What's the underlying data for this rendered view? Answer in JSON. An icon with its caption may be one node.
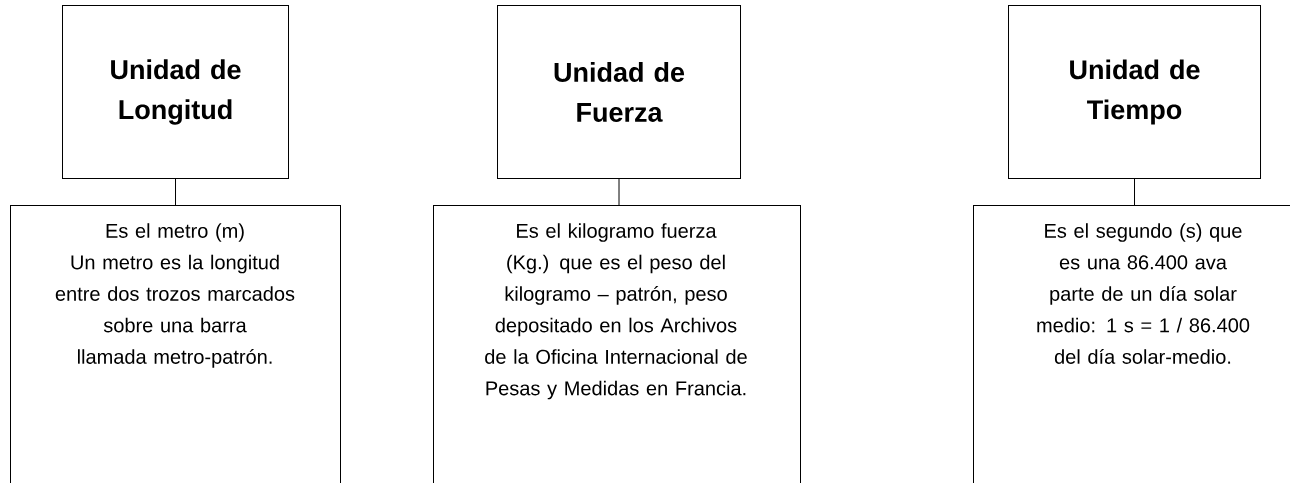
{
  "diagram": {
    "nodes": [
      {
        "text": [
          "Unidad de Longitud"
        ]
      },
      {
        "text": [
          "Es el metro (m)",
          "Un metro es la longitud entre dos trozos marcados sobre una barra llamada metro-patrón."
        ]
      },
      {
        "text": [
          "Unidad de Fuerza"
        ]
      },
      {
        "text": [
          "Es el kilogramo fuerza (Kg.) que es el peso del kilogramo – patrón, peso depositado en los Archivos de la Oficina Internacional de Pesas y Medidas en Francia."
        ]
      },
      {
        "text": [
          "Unidad de Tiempo"
        ]
      },
      {
        "text": [
          "Es el segundo (s) que es una 86.400 ava parte de un día solar medio: 1 s = 1 / 86.400 del día solar-medio."
        ]
      }
    ],
    "edges": [
      {
        "from": 0,
        "to": 1,
        "arrow": "none"
      },
      {
        "from": 2,
        "to": 3,
        "arrow": "none"
      },
      {
        "from": 4,
        "to": 5,
        "arrow": "none"
      }
    ]
  }
}
